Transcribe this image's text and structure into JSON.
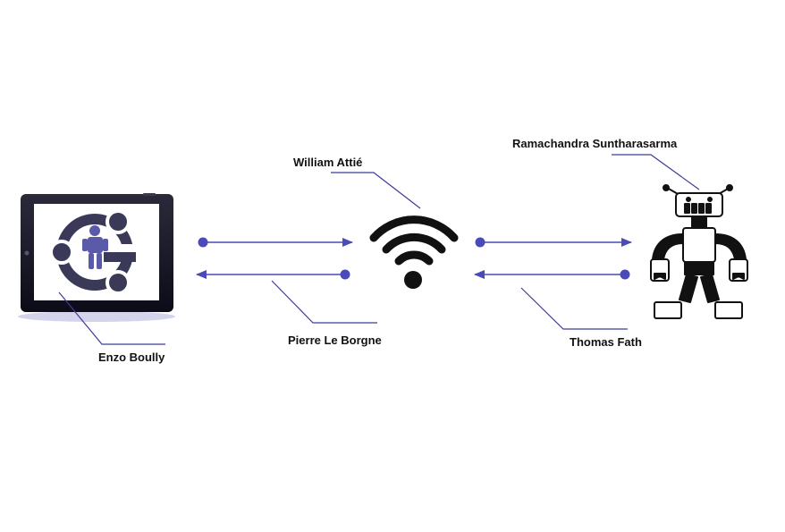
{
  "labels": {
    "wifi_person": "William Attié",
    "robot_person": "Ramachandra Suntharasarma",
    "tablet_person": "Enzo Boully",
    "left_link_person": "Pierre Le Borgne",
    "right_link_person": "Thomas Fath"
  },
  "nodes": {
    "tablet": {
      "icon": "tablet-icon",
      "logo": "ubuntu-robot-logo-icon"
    },
    "router": {
      "icon": "wifi-icon"
    },
    "robot": {
      "icon": "robot-icon"
    }
  },
  "colors": {
    "arrow": "#4a4ab8",
    "leader_line": "#3c3c9a",
    "tablet_frame": "#1c1c2c",
    "logo": "#3a3a58",
    "logo_figure": "#5a5aa8"
  }
}
